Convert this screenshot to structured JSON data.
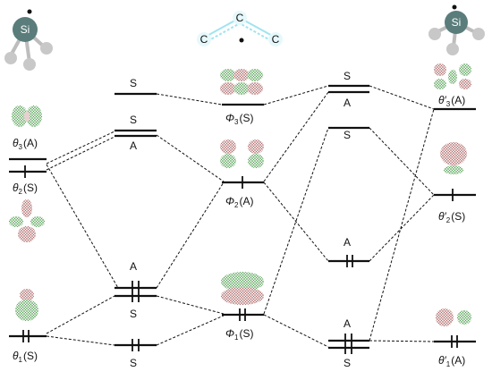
{
  "molecules": {
    "left_atom": "Si",
    "center_atoms": [
      "C",
      "C",
      "C"
    ],
    "right_atom": "Si"
  },
  "left_levels": {
    "theta3": {
      "greek": "θ",
      "sub": "3",
      "sym": "(A)"
    },
    "theta2": {
      "greek": "θ",
      "sub": "2",
      "sym": "(S)"
    },
    "theta1": {
      "greek": "θ",
      "sub": "1",
      "sym": "(S)"
    }
  },
  "left_mid_labels": {
    "top_S": "S",
    "upper_S": "S",
    "upper_A": "A",
    "lower_A": "A",
    "lower_S": "S",
    "bottom_S": "S"
  },
  "center_levels": {
    "phi3": {
      "greek": "Φ",
      "sub": "3",
      "sym": "(S)"
    },
    "phi2": {
      "greek": "Φ",
      "sub": "2",
      "sym": "(A)"
    },
    "phi1": {
      "greek": "Φ",
      "sub": "1",
      "sym": "(S)"
    }
  },
  "right_mid_labels": {
    "top_S": "S",
    "top_A": "A",
    "upper_S": "S",
    "mid_A": "A",
    "low_A": "A",
    "low_S": "S"
  },
  "right_levels": {
    "theta3p": {
      "greek": "θ′",
      "sub": "3",
      "sym": "(A)"
    },
    "theta2p": {
      "greek": "θ′",
      "sub": "2",
      "sym": "(S)"
    },
    "theta1p": {
      "greek": "θ′",
      "sub": "1",
      "sym": "(A)"
    }
  },
  "colors": {
    "line": "#111111",
    "si_atom": "#5a7d7c",
    "c_ring": "#9fe2ef",
    "lobe_green": "#6fbf6f",
    "lobe_red": "#c98a8a",
    "sub_atom": "#c8c8c8"
  }
}
